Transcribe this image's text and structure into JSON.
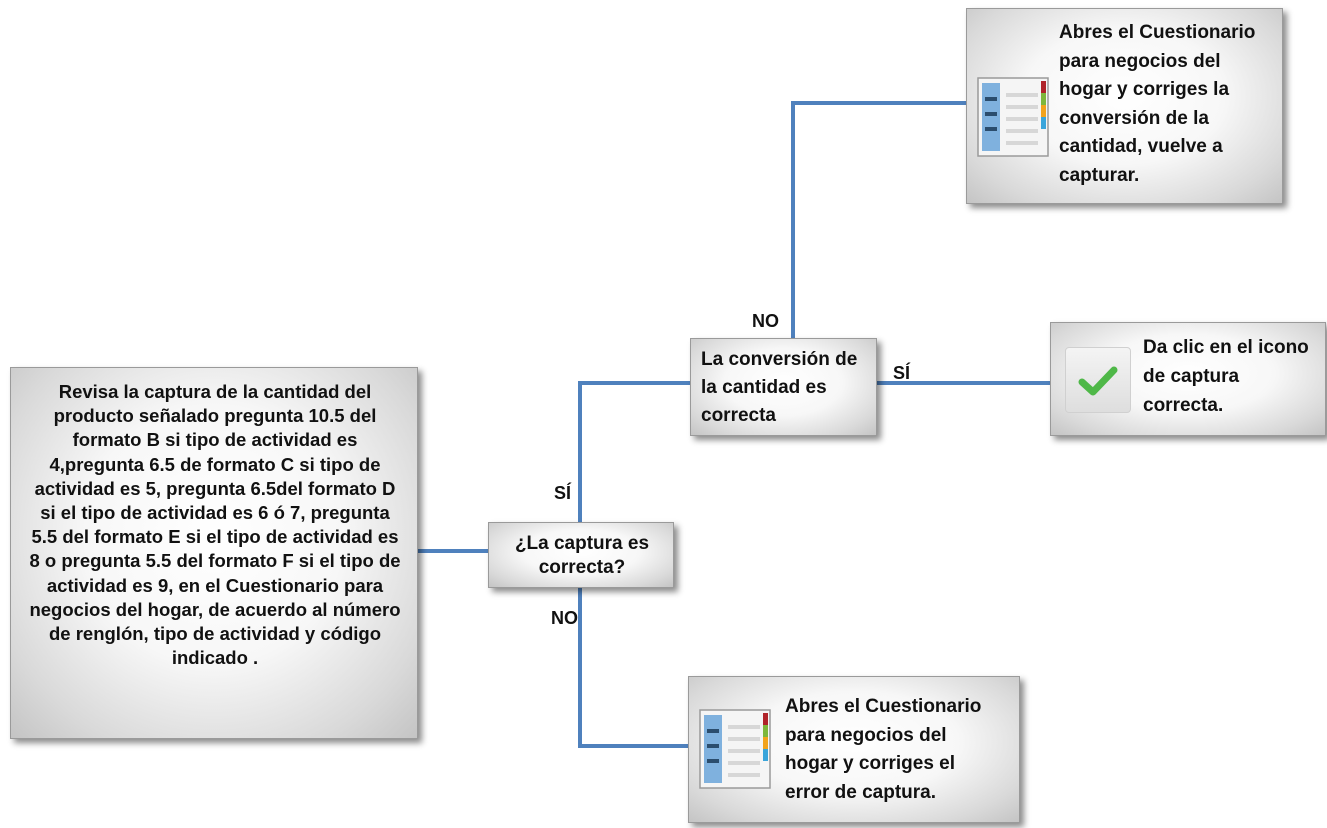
{
  "nodes": {
    "start": "Revisa la captura de la cantidad del producto señalado pregunta 10.5 del formato B si tipo de actividad es 4,pregunta 6.5 de formato C si tipo de actividad es 5,  pregunta 6.5del formato D si el tipo de actividad es 6 ó 7,  pregunta 5.5  del formato E si el tipo de actividad es 8 o pregunta 5.5 del formato F si el tipo de actividad es 9,  en el Cuestionario para negocios del hogar, de acuerdo al número de renglón, tipo de actividad y código indicado .",
    "decision_captura": "¿La captura es correcta?",
    "decision_conversion": "La conversión de la cantidad es correcta",
    "action_corrige_conversion": "Abres el Cuestionario para negocios del hogar y corriges la conversión de la cantidad, vuelve a capturar.",
    "action_clic_icono": "Da clic en el icono de captura correcta.",
    "action_corrige_error": "Abres el Cuestionario para negocios del hogar y corriges el error de captura."
  },
  "edge_labels": {
    "captura_si": "SÍ",
    "captura_no": "NO",
    "conversion_no": "NO",
    "conversion_si": "SÍ"
  },
  "colors": {
    "connector": "#4f81bd",
    "box_border": "#9a9a9a",
    "check": "#4fb848"
  },
  "icons": [
    "document-list-icon",
    "check-icon"
  ]
}
